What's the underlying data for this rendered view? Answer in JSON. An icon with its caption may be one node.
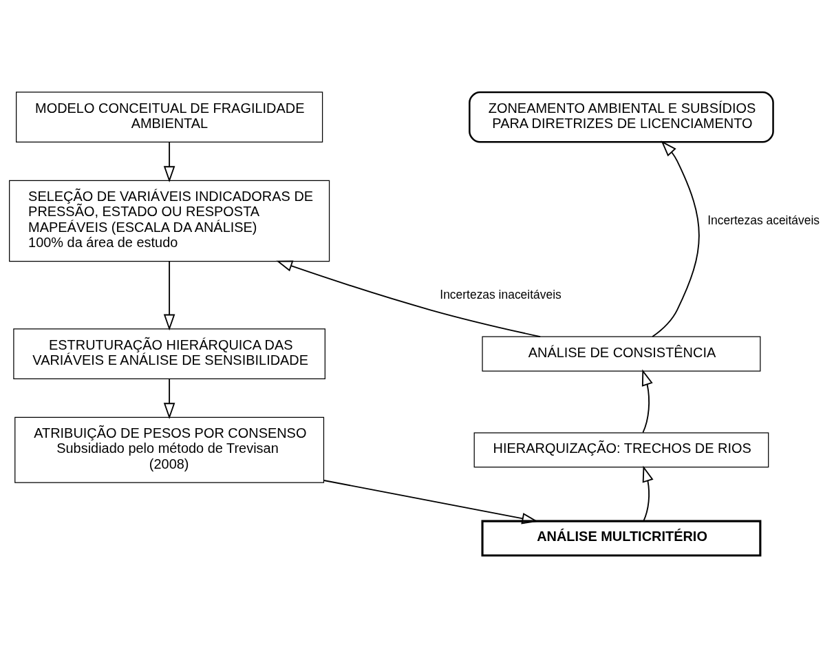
{
  "diagram": {
    "nodes": [
      {
        "text": [
          "MODELO CONCEITUAL DE FRAGILIDADE AMBIENTAL"
        ]
      },
      {
        "text": [
          "SELEÇÃO DE VARIÁVEIS INDICADORAS DE PRESSÃO, ESTADO OU RESPOSTA MAPEÁVEIS (ESCALA DA ANÁLISE)",
          "100% da área de estudo"
        ]
      },
      {
        "text": [
          "ESTRUTURAÇÃO HIERÁRQUICA DAS VARIÁVEIS E ANÁLISE DE SENSIBILIDADE"
        ]
      },
      {
        "text": [
          "ATRIBUIÇÃO DE PESOS POR CONSENSO",
          "Subsidiado pelo método de Trevisan (2008)"
        ]
      },
      {
        "text": [
          "ANÁLISE MULTICRITÉRIO"
        ]
      },
      {
        "text": [
          "HIERARQUIZAÇÃO: TRECHOS DE RIOS"
        ]
      },
      {
        "text": [
          "ANÁLISE DE CONSISTÊNCIA"
        ]
      },
      {
        "text": [
          "ZONEAMENTO AMBIENTAL E SUBSÍDIOS PARA DIRETRIZES DE LICENCIAMENTO"
        ]
      }
    ],
    "edges": [
      {
        "from": 0,
        "to": 1,
        "arrow": "to"
      },
      {
        "from": 1,
        "to": 2,
        "arrow": "to"
      },
      {
        "from": 2,
        "to": 3,
        "arrow": "to"
      },
      {
        "from": 3,
        "to": 4,
        "arrow": "to"
      },
      {
        "from": 4,
        "to": 5,
        "arrow": "to"
      },
      {
        "from": 5,
        "to": 6,
        "arrow": "to"
      },
      {
        "from": 6,
        "to": 7,
        "label": "Incertezas aceitáveis",
        "arrow": "to"
      },
      {
        "from": 6,
        "to": 1,
        "label": "Incertezas inaceitáveis",
        "arrow": "to"
      }
    ]
  }
}
